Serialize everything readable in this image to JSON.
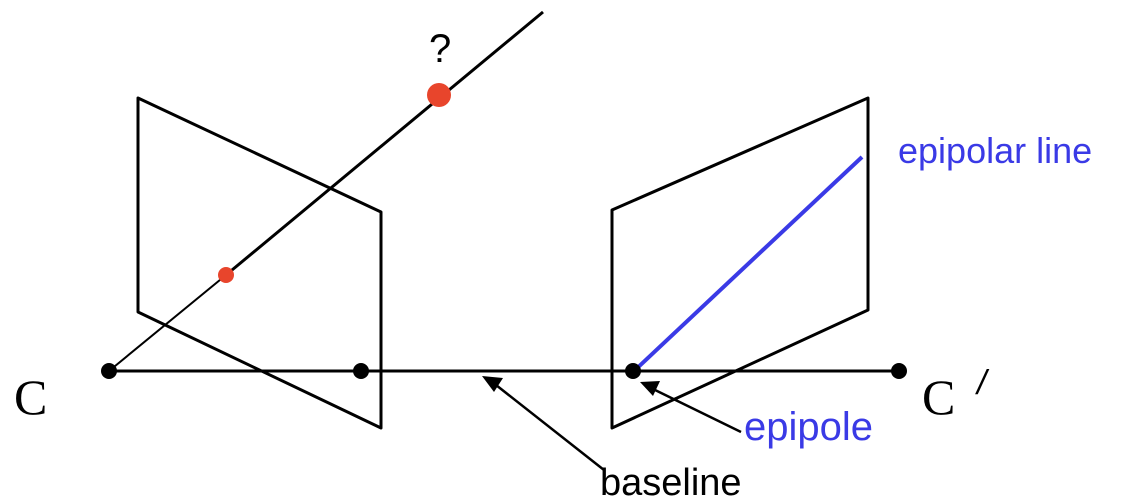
{
  "labels": {
    "question_mark": "?",
    "left_camera": "C",
    "right_camera": "C",
    "right_camera_prime": "/",
    "epipolar_line": "epipolar line",
    "epipole": "epipole",
    "baseline": "baseline"
  },
  "colors": {
    "stroke": "#000000",
    "point_red": "#e8452c",
    "epipolar_blue": "#3a3ae6"
  }
}
